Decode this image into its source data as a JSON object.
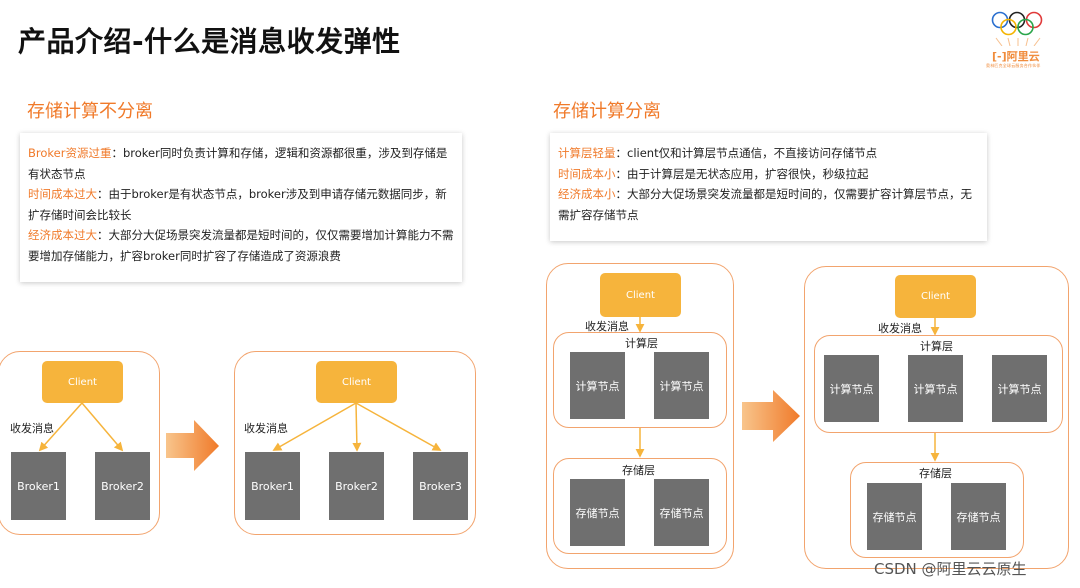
{
  "page": {
    "title": "产品介绍-什么是消息收发弹性"
  },
  "logo": {
    "brand": "阿里云",
    "tagline": "奥林匹克全球云服务合作伙伴",
    "bracket": "[-]"
  },
  "left": {
    "title": "存储计算不分离",
    "desc": [
      {
        "key": "Broker资源过重",
        "text": "：broker同时负责计算和存储，逻辑和资源都很重，涉及到存储是有状态节点"
      },
      {
        "key": "时间成本过大",
        "text": "：由于broker是有状态节点，broker涉及到申请存储元数据同步，新扩存储时间会比较长"
      },
      {
        "key": "经济成本过大",
        "text": "：大部分大促场景突发流量都是短时间的，仅仅需要增加计算能力不需要增加存储能力，扩容broker同时扩容了存储造成了资源浪费"
      }
    ],
    "diagram_before": {
      "client": "Client",
      "edge_label": "收发消息",
      "nodes": [
        "Broker1",
        "Broker2"
      ]
    },
    "diagram_after": {
      "client": "Client",
      "edge_label": "收发消息",
      "nodes": [
        "Broker1",
        "Broker2",
        "Broker3"
      ]
    }
  },
  "right": {
    "title": "存储计算分离",
    "desc": [
      {
        "key": "计算层轻量",
        "text": "：client仅和计算层节点通信，不直接访问存储节点"
      },
      {
        "key": "时间成本小",
        "text": "：由于计算层是无状态应用，扩容很快，秒级拉起"
      },
      {
        "key": "经济成本小",
        "text": "：大部分大促场景突发流量都是短时间的，仅需要扩容计算层节点，无需扩容存储节点"
      }
    ],
    "diagram_before": {
      "client": "Client",
      "edge_label": "收发消息",
      "compute_layer": "计算层",
      "compute_nodes": [
        "计算节点",
        "计算节点"
      ],
      "storage_layer": "存储层",
      "storage_nodes": [
        "存储节点",
        "存储节点"
      ]
    },
    "diagram_after": {
      "client": "Client",
      "edge_label": "收发消息",
      "compute_layer": "计算层",
      "compute_nodes": [
        "计算节点",
        "计算节点",
        "计算节点"
      ],
      "storage_layer": "存储层",
      "storage_nodes": [
        "存储节点",
        "存储节点"
      ]
    }
  },
  "watermark": "CSDN @阿里云云原生",
  "colors": {
    "accent": "#f07a2a",
    "client": "#f6b43c",
    "node": "#6f6f6f",
    "border": "#f2a46e"
  }
}
